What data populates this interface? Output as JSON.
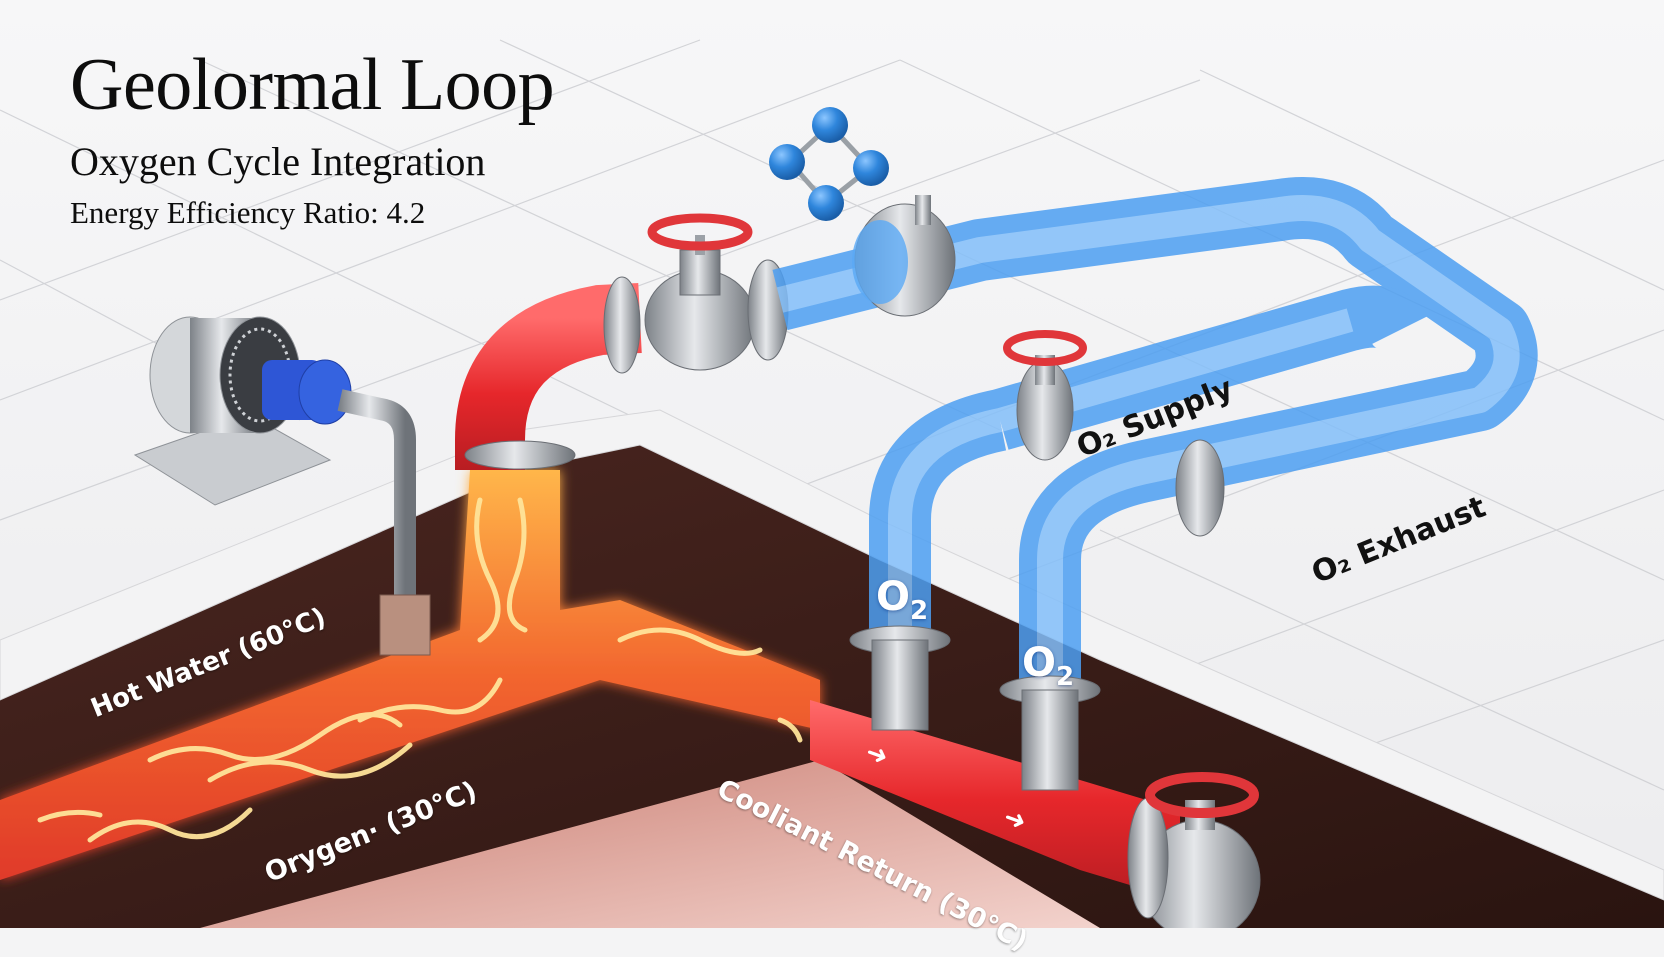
{
  "header": {
    "title": "Geolormal Loop",
    "subtitle": "Oxygen Cycle Integration",
    "metric_label": "Energy Efficiency Ratio: 4.2"
  },
  "labels": {
    "hot_water": "Hot Water (60°C)",
    "oxygen": "Orygen· (30°C)",
    "coolant_return": "Cooliant Return (30°C)",
    "o2_supply": "O₂ Supply",
    "o2_exhaust": "O₂ Exhaust"
  },
  "pipe_tags": {
    "tag_a": "O",
    "tag_a_sub": "2",
    "tag_b": "O",
    "tag_b_sub": "2"
  },
  "flow_arrows": {
    "arrow_1": "➜",
    "arrow_2": "➜"
  },
  "components": [
    {
      "name": "pump-motor",
      "icon": "pump-icon"
    },
    {
      "name": "hot-valve",
      "icon": "valve-icon"
    },
    {
      "name": "o2-supply-valve",
      "icon": "valve-icon"
    },
    {
      "name": "return-valve",
      "icon": "valve-icon"
    },
    {
      "name": "o2-molecule",
      "icon": "molecule-icon"
    }
  ],
  "colors": {
    "hot": "#e8342a",
    "glow": "#ffb347",
    "o2_pipe": "#5aa9f5",
    "soil": "#3a1d17",
    "valve_wheel": "#e0363a",
    "steel": "#a9adb3",
    "molecule": "#2f86dc",
    "floor": "#f4f4f5"
  }
}
